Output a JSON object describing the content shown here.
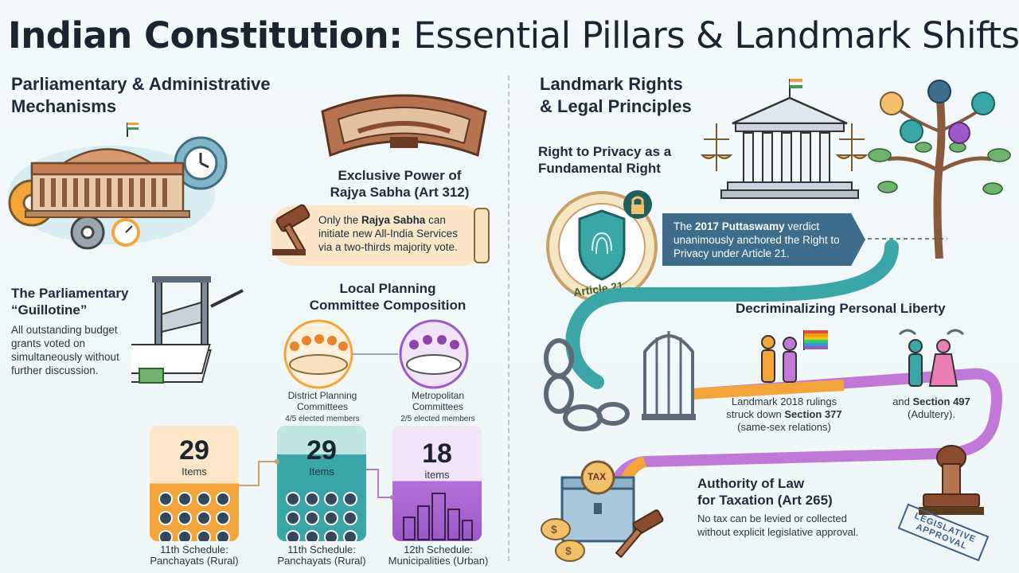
{
  "title": {
    "bold": "Indian Constitution:",
    "rest": " Essential Pillars & Landmark Shifts"
  },
  "left": {
    "heading_line1": "Parliamentary & Administrative",
    "heading_line2": "Mechanisms",
    "rajya": {
      "title_line1": "Exclusive Power of",
      "title_line2": "Rajya Sabha (Art 312)",
      "text_prefix": "Only the ",
      "text_bold": "Rajya Sabha",
      "text_suffix": " can initiate new All-India Services via a two-thirds majority vote."
    },
    "guillotine": {
      "title_line1": "The Parliamentary",
      "title_line2": "“Guillotine”",
      "text": "All outstanding budget grants voted on simultaneously without further discussion."
    },
    "planning": {
      "title_line1": "Local Planning",
      "title_line2": "Committee Composition",
      "district_label": "District Planning Committees",
      "district_sub": "4/5 elected members",
      "metro_label": "Metropolitan Committees",
      "metro_sub": "2/5 elected members"
    },
    "cards": [
      {
        "num": "29",
        "unit": "Items",
        "caption1": "11th Schedule:",
        "caption2": "Panchayats (Rural)"
      },
      {
        "num": "29",
        "unit": "Items",
        "caption1": "11th Schedule:",
        "caption2": "Panchayats (Rural)"
      },
      {
        "num": "18",
        "unit": "items",
        "caption1": "12th Schedule:",
        "caption2": "Municipalities (Urban)"
      }
    ]
  },
  "right": {
    "heading_line1": "Landmark Rights",
    "heading_line2": "& Legal Principles",
    "privacy": {
      "title_line1": "Right to Privacy as a",
      "title_line2": "Fundamental Right",
      "banner_prefix": "The ",
      "banner_bold": "2017 Puttaswamy",
      "banner_suffix": " verdict unanimously anchored the Right to Privacy under Article 21.",
      "badge": "Article 21"
    },
    "liberty": {
      "title": "Decriminalizing Personal Liberty",
      "text1_line1": "Landmark 2018 rulings",
      "text1_line2_prefix": "struck down ",
      "text1_line2_bold": "Section 377",
      "text1_line3": "(same-sex relations)",
      "text2_prefix": "and ",
      "text2_bold": "Section 497",
      "text2_line2": "(Adultery)."
    },
    "taxation": {
      "title_line1": "Authority of Law",
      "title_line2": "for Taxation (Art 265)",
      "text": "No tax can be levied or collected without explicit legislative approval.",
      "tax_label": "TAX",
      "stamp_line1": "LEGISLATIVE",
      "stamp_line2": "APPROVAL"
    }
  },
  "colors": {
    "accent_teal": "#3aa6a8",
    "accent_orange": "#f3a53c",
    "accent_purple": "#9b59c9",
    "banner_blue": "#3d6d8a",
    "dark_text": "#1f2b3a"
  }
}
